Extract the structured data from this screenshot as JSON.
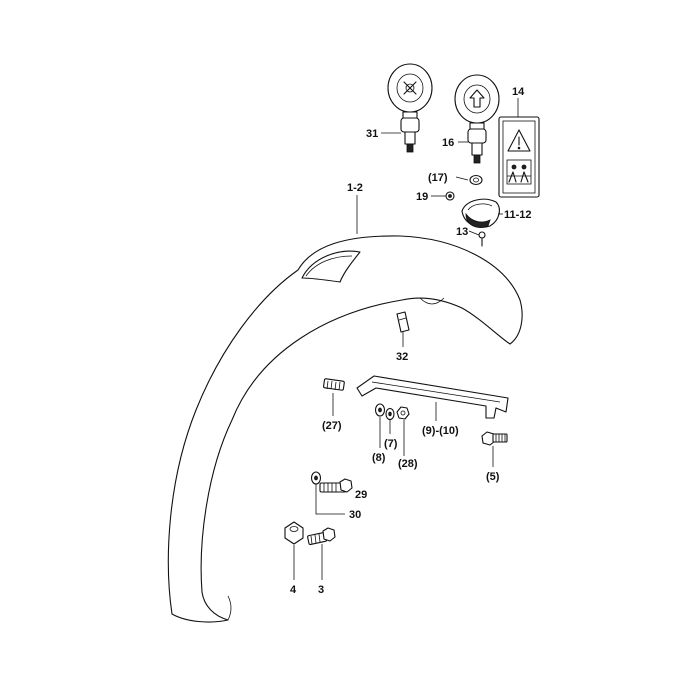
{
  "labels": {
    "p1_2": "1-2",
    "p3": "3",
    "p4": "4",
    "p5": "(5)",
    "p7": "(7)",
    "p8": "(8)",
    "p9_10": "(9)-(10)",
    "p11_12": "11-12",
    "p13": "13",
    "p14": "14",
    "p16": "16",
    "p17": "(17)",
    "p19": "19",
    "p27": "(27)",
    "p28": "(28)",
    "p29": "29",
    "p30": "30",
    "p31": "31",
    "p32": "32"
  },
  "icons": {
    "emblem_left": "gear-cross-emblem-icon",
    "emblem_right": "arrow-up-emblem-icon",
    "warning_sticker": "warning-triangle-icon"
  }
}
